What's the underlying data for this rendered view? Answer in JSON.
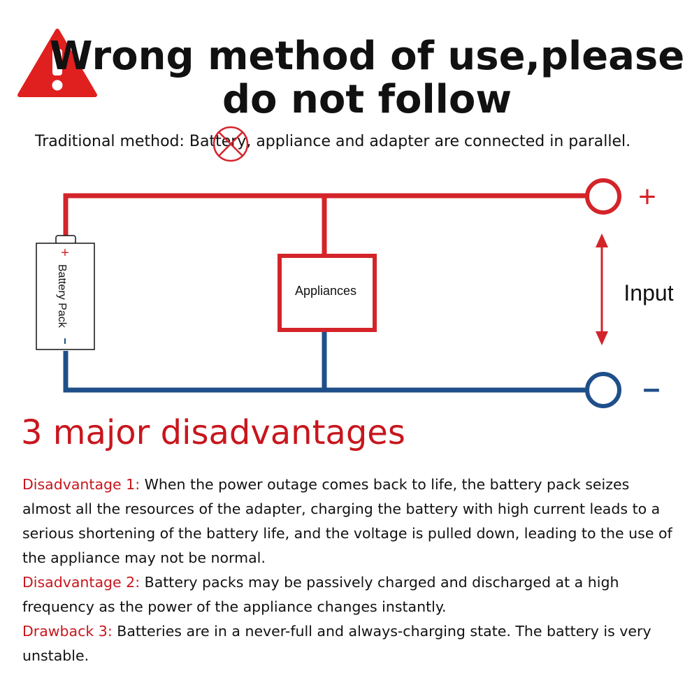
{
  "header": {
    "title_line1": "Wrong method of use,please",
    "title_line2": "do not follow",
    "subtitle": "Traditional method: Battery, appliance and adapter are connected in parallel."
  },
  "diagram": {
    "battery_label": "Battery Pack",
    "battery_plus": "+",
    "appliance_label": "Appliances",
    "input_label": "Input",
    "plus_sign": "+",
    "minus_sign": "–"
  },
  "disadvantages": {
    "heading": "3 major disadvantages",
    "items": [
      {
        "label": "Disadvantage 1:",
        "text": " When the power outage comes back to life, the battery pack seizes almost all the resources of the adapter, charging the battery with high current leads to a serious shortening of the battery life, and the voltage is pulled down, leading to the use of the appliance may not be normal."
      },
      {
        "label": "Disadvantage 2:",
        "text": " Battery packs may be passively charged and discharged at a high frequency as the power of the appliance changes instantly."
      },
      {
        "label": "Drawback 3:",
        "text": " Batteries are in a never-full and always-charging state. The battery is very unstable."
      }
    ]
  },
  "colors": {
    "positive_wire": "#d3242a",
    "negative_wire": "#1f4f8a",
    "accent_text": "#c8161d"
  }
}
